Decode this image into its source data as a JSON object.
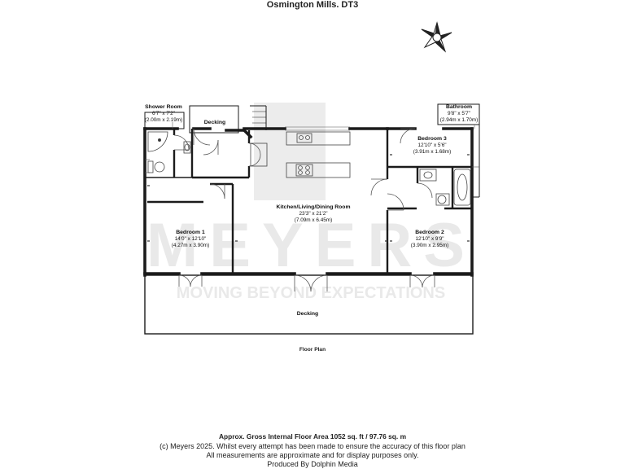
{
  "header": {
    "title": "Osmington Mills. DT3"
  },
  "compass": {
    "icon": "compass-rose-icon"
  },
  "watermark": {
    "brand": "MEYERS",
    "tagline": "MOVING BEYOND EXPECTATIONS"
  },
  "rooms": {
    "shower_room": {
      "name": "Shower Room",
      "imperial": "6'7\" x 7'2\"",
      "metric": "(2.00m x 2.19m)"
    },
    "decking_top": {
      "name": "Decking"
    },
    "bathroom": {
      "name": "Bathroom",
      "imperial": "9'8\" x 5'7\"",
      "metric": "(2.94m x 1.70m)"
    },
    "bedroom3": {
      "name": "Bedroom 3",
      "imperial": "12'10\" x 5'6\"",
      "metric": "(3.91m x 1.68m)"
    },
    "kitchen": {
      "name": "Kitchen/Living/Dining Room",
      "imperial": "23'3\" x 21'2\"",
      "metric": "(7.09m x 6.45m)"
    },
    "bedroom1": {
      "name": "Bedroom 1",
      "imperial": "14'0\" x 12'10\"",
      "metric": "(4.27m x 3.90m)"
    },
    "bedroom2": {
      "name": "Bedroom 2",
      "imperial": "12'10\" x 9'9\"",
      "metric": "(3.90m x 2.95m)"
    },
    "decking_bottom": {
      "name": "Decking"
    }
  },
  "floor_caption": "Floor Plan",
  "footer": {
    "area": "Approx. Gross Internal Floor Area 1052 sq. ft / 97.76 sq. m",
    "disclaimer_1": "(c) Meyers 2025. Whilst every attempt has been made to ensure the accuracy of this floor plan",
    "disclaimer_2": "All measurements are approximate and for display purposes only.",
    "producer": "Produced By Dolphin Media"
  },
  "colors": {
    "wall": "#1b1b1b",
    "line": "#444444",
    "watermark": "#e9e9e9",
    "background": "#ffffff"
  }
}
